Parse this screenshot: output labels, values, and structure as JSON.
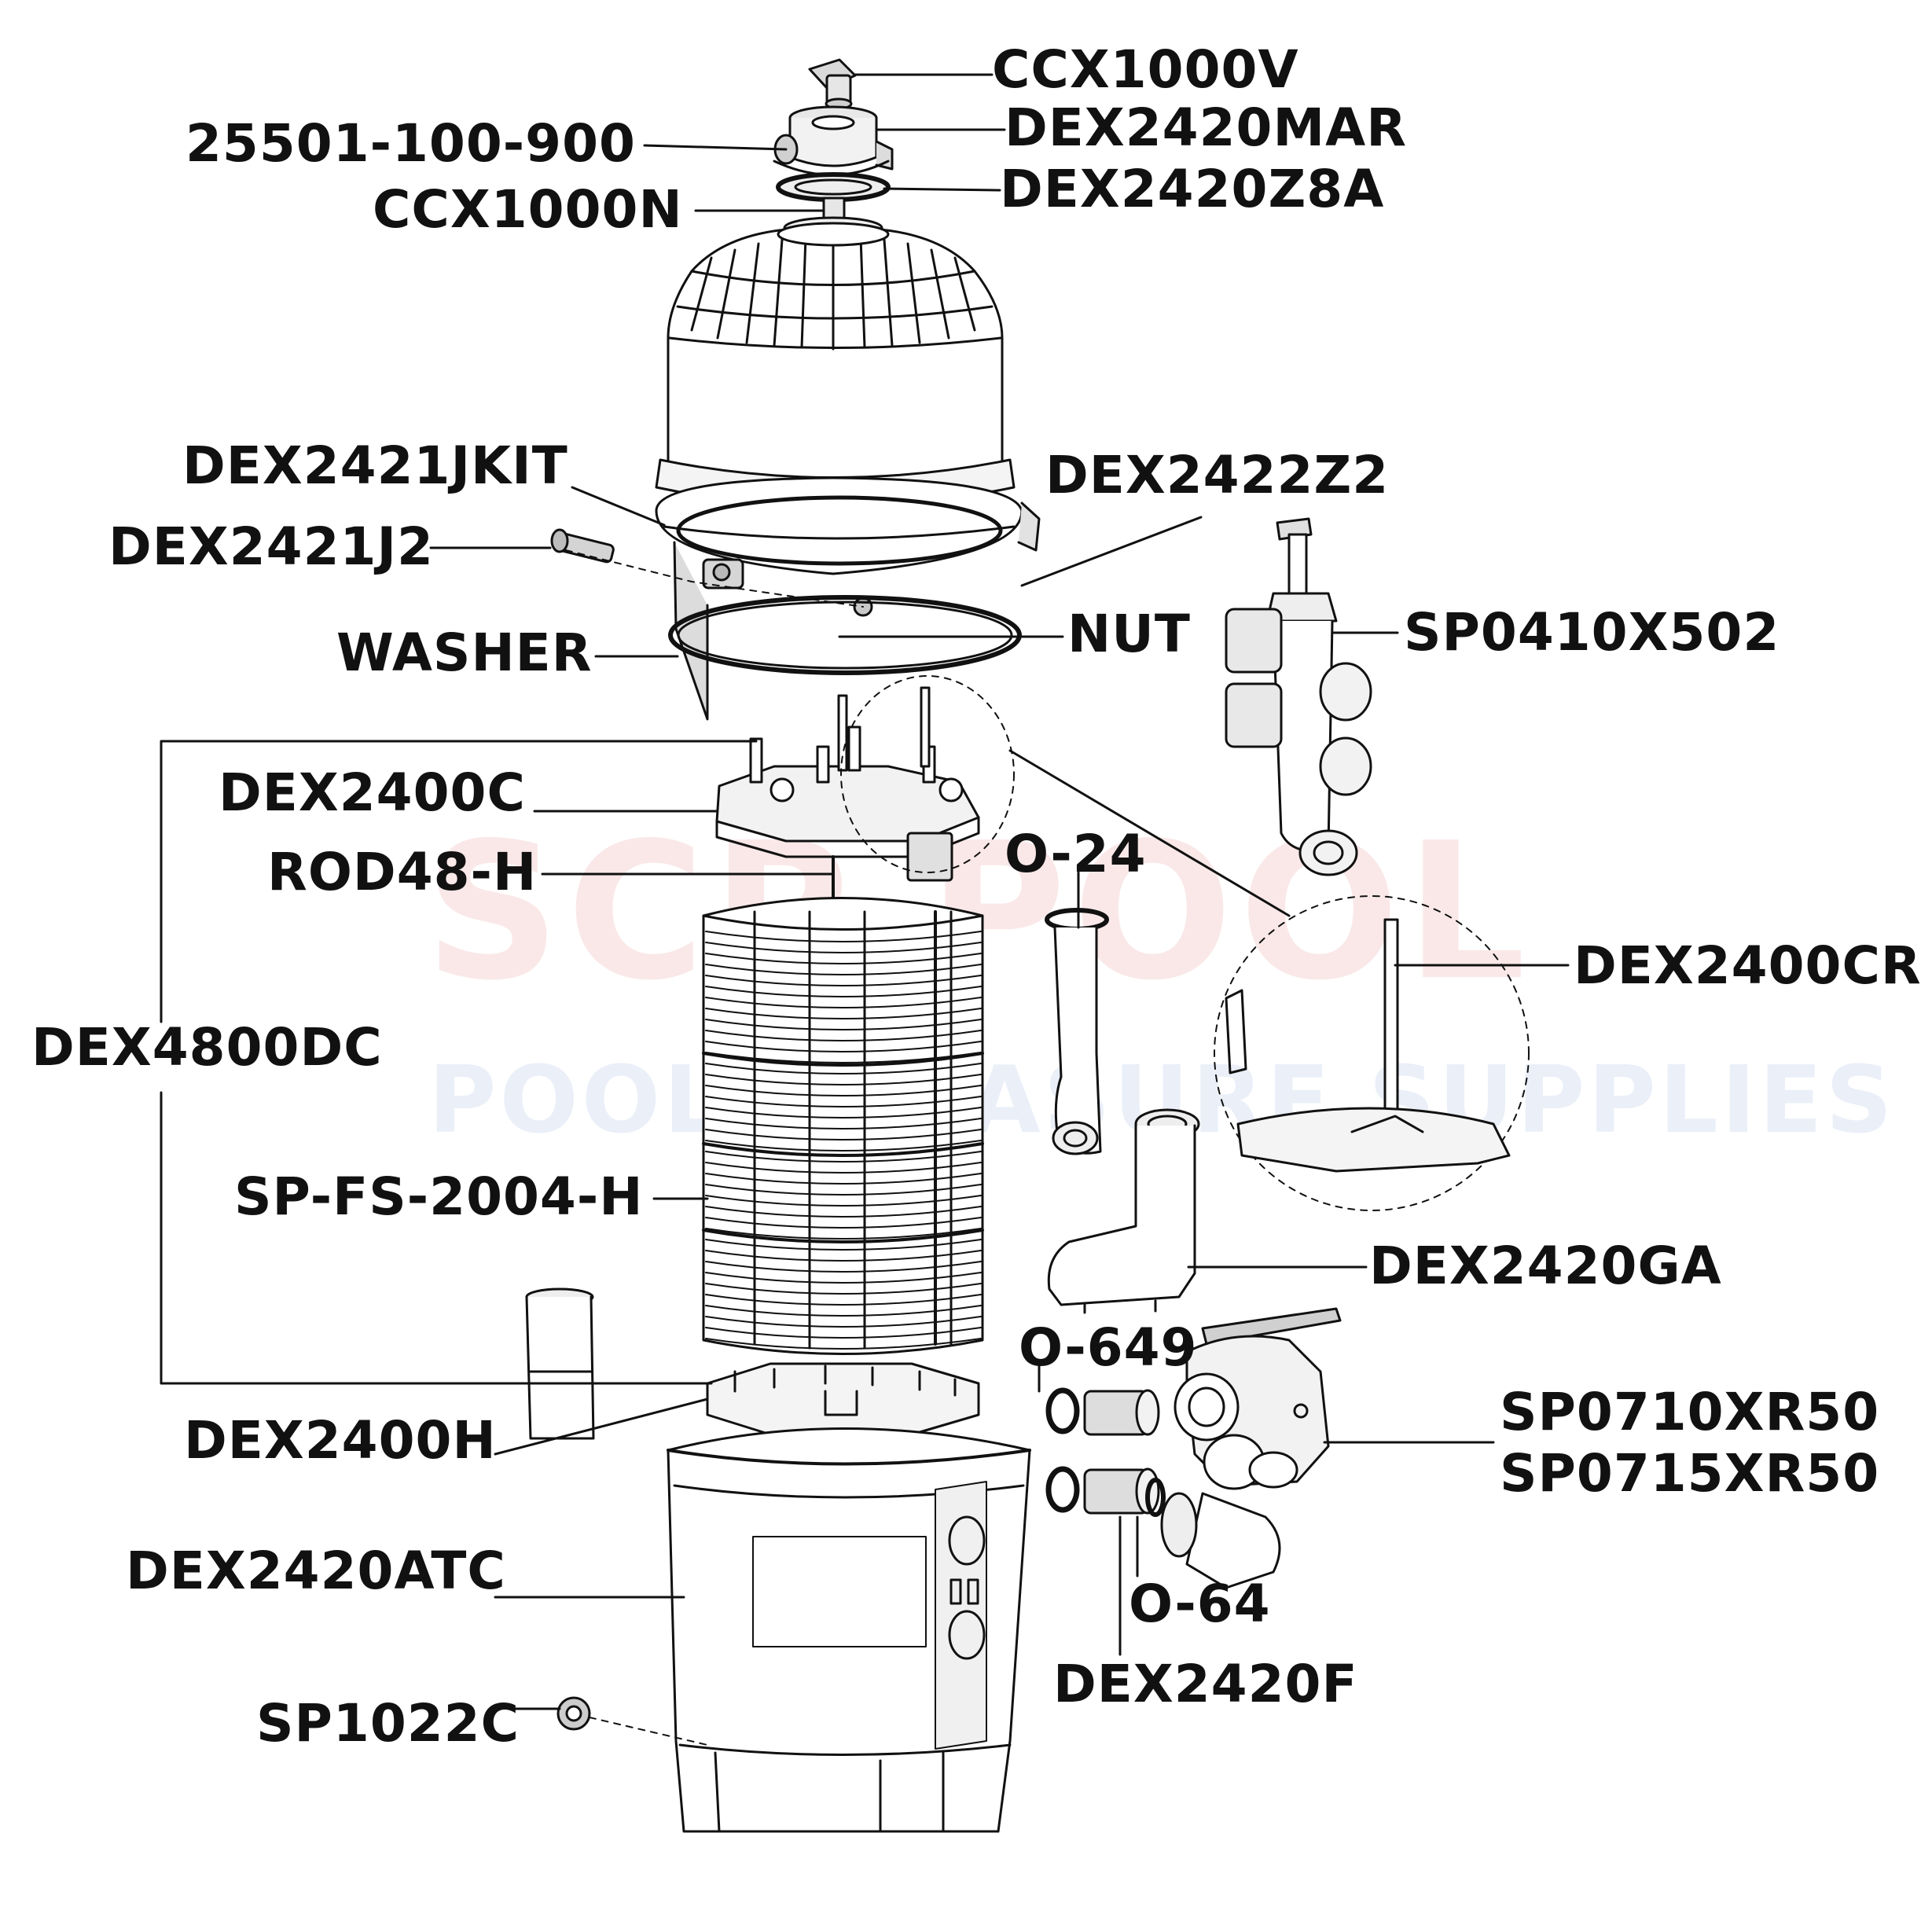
{
  "watermark": {
    "brand": "SCP POOL",
    "tagline": "POOL TREASURE SUPPLIES"
  },
  "labels": {
    "ccx1000v": "CCX1000V",
    "dex2420mar": "DEX2420MAR",
    "p25501": "25501-100-900",
    "dex2420z8a": "DEX2420Z8A",
    "ccx1000n": "CCX1000N",
    "dex2421jkit": "DEX2421JKIT",
    "dex2422z2": "DEX2422Z2",
    "dex2421j2": "DEX2421J2",
    "nut": "NUT",
    "sp0410x502": "SP0410X502",
    "washer": "WASHER",
    "dex2400c": "DEX2400C",
    "o24": "O-24",
    "rod48h": "ROD48-H",
    "dex2400cr": "DEX2400CR",
    "dex4800dc": "DEX4800DC",
    "spfs2004h": "SP-FS-2004-H",
    "dex2420ga": "DEX2420GA",
    "o649": "O-649",
    "sp0710xr50": "SP0710XR50",
    "sp0715xr50": "SP0715XR50",
    "dex2400h": "DEX2400H",
    "dex2420atc": "DEX2420ATC",
    "o64": "O-64",
    "dex2420f": "DEX2420F",
    "sp1022c": "SP1022C"
  },
  "colors": {
    "ink": "#111111",
    "watermark_red": "#f6c9c9",
    "watermark_blue": "#dfe7f5"
  }
}
